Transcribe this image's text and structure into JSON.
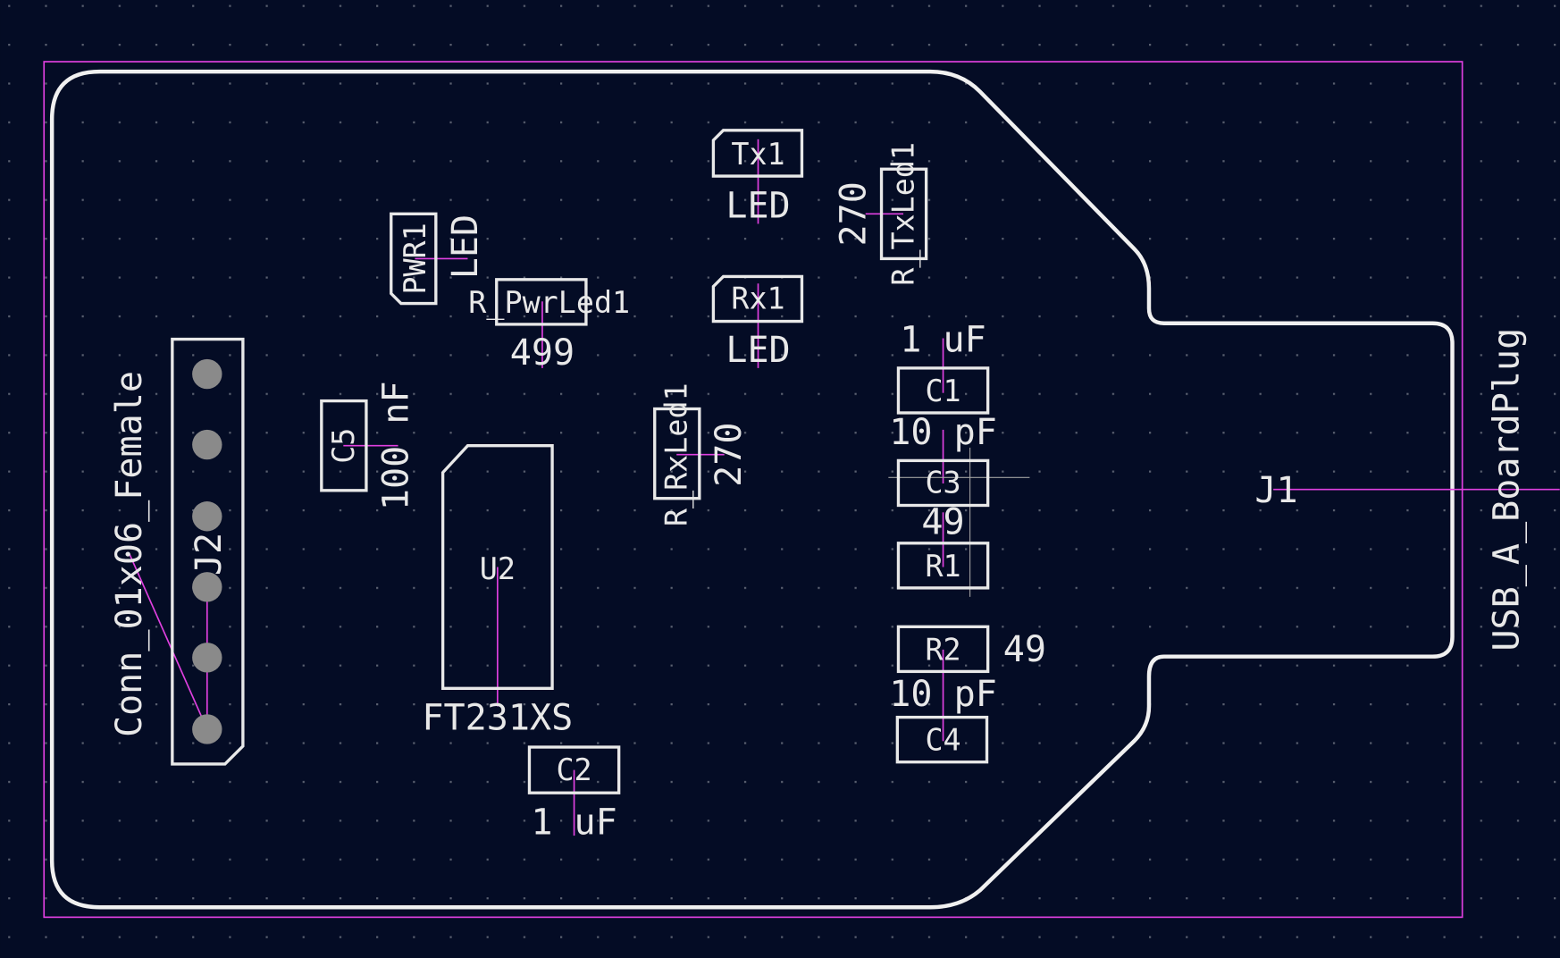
{
  "colors": {
    "background": "#040c25",
    "silkscreen": "#e8e8e8",
    "courtyard": "#e040e0",
    "pad": "#8a8a8a",
    "grid": "#5a6070"
  },
  "components": {
    "tx1": {
      "ref": "Tx1",
      "value": "LED"
    },
    "rx1": {
      "ref": "Rx1",
      "value": "LED"
    },
    "pwr1": {
      "ref": "PWR1",
      "value": "LED"
    },
    "r_pwrled1": {
      "ref": "R_PwrLed1",
      "value": "499"
    },
    "r_txled1": {
      "ref": "R_TxLed1",
      "value": "270"
    },
    "r_rxled1": {
      "ref": "R_RxLed1",
      "value": "270"
    },
    "c5": {
      "ref": "C5",
      "value": "100 nF"
    },
    "u2": {
      "ref": "U2",
      "value": "FT231XS"
    },
    "c2": {
      "ref": "C2",
      "value": "1 uF"
    },
    "c1": {
      "ref": "C1",
      "value": "1 uF"
    },
    "c3": {
      "ref": "C3",
      "value": "10 pF"
    },
    "r1": {
      "ref": "R1",
      "value": "49"
    },
    "r2": {
      "ref": "R2",
      "value": "49"
    },
    "c4": {
      "ref": "C4",
      "value": "10 pF"
    },
    "j1": {
      "ref": "J1",
      "value": "USB_A_BoardPlug"
    },
    "j2": {
      "ref": "J2",
      "value": "Conn_01x06_Female"
    }
  }
}
